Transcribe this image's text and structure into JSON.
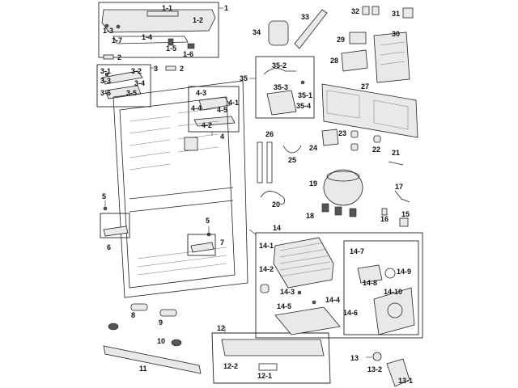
{
  "labels": {
    "p1": "1",
    "p1_1": "1-1",
    "p1_2": "1-2",
    "p1_3": "1-3",
    "p1_4": "1-4",
    "p1_5": "1-5",
    "p1_6": "1-6",
    "p1_7": "1-7",
    "p2a": "2",
    "p2b": "2",
    "p3": "3",
    "p3_1": "3-1",
    "p3_2": "3-2",
    "p3_3": "3-3",
    "p3_4": "3-4",
    "p3_5": "3-5",
    "p3_6": "3-6",
    "p4": "4",
    "p4_1": "4-1",
    "p4_2": "4-2",
    "p4_3": "4-3",
    "p4_4": "4-4",
    "p4_5": "4-5",
    "p5a": "5",
    "p5b": "5",
    "p6": "6",
    "p7": "7",
    "p8": "8",
    "p9": "9",
    "p10": "10",
    "p11": "11",
    "p12": "12",
    "p12_1": "12-1",
    "p12_2": "12-2",
    "p13": "13",
    "p13_1": "13-1",
    "p13_2": "13-2",
    "p14": "14",
    "p14_1": "14-1",
    "p14_2": "14-2",
    "p14_3": "14-3",
    "p14_4": "14-4",
    "p14_5": "14-5",
    "p14_6": "14-6",
    "p14_7": "14-7",
    "p14_8": "14-8",
    "p14_9": "14-9",
    "p14_10": "14-10",
    "p15": "15",
    "p16": "16",
    "p17": "17",
    "p18": "18",
    "p19": "19",
    "p20": "20",
    "p21": "21",
    "p22": "22",
    "p23": "23",
    "p24": "24",
    "p25": "25",
    "p26": "26",
    "p27": "27",
    "p28": "28",
    "p29": "29",
    "p30": "30",
    "p31": "31",
    "p32": "32",
    "p33": "33",
    "p34": "34",
    "p35": "35",
    "p35_1": "35-1",
    "p35_2": "35-2",
    "p35_3": "35-3",
    "p35_4": "35-4"
  }
}
